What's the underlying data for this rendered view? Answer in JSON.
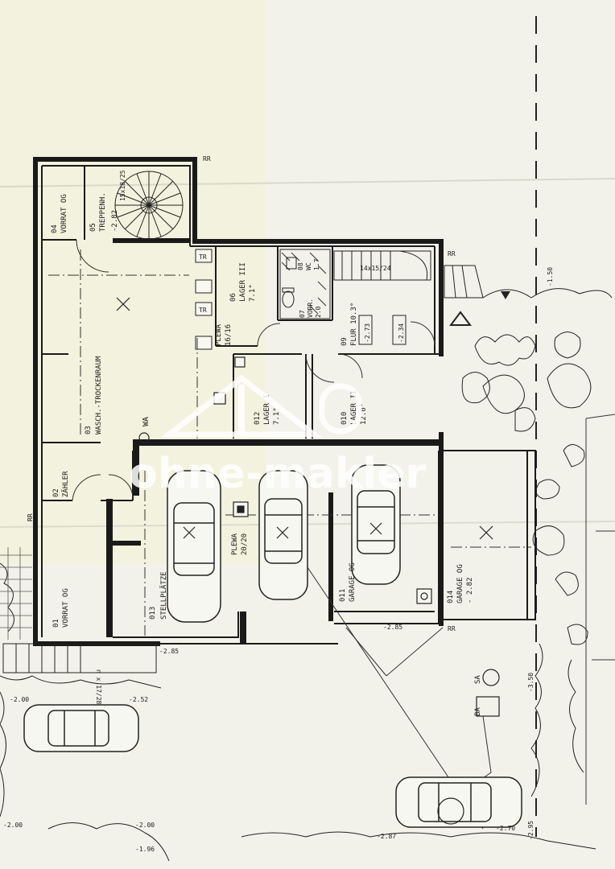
{
  "plan": {
    "rooms": [
      {
        "id": "vorrat-og-top",
        "num": "04",
        "name": "VORRAT OG",
        "area": ""
      },
      {
        "id": "treppenh",
        "num": "05",
        "name": "TREPPENH.",
        "area": "-2.82"
      },
      {
        "id": "wasch",
        "num": "03",
        "name": "WASCH.-TROCKENRAUM",
        "area": ""
      },
      {
        "id": "lager3",
        "num": "06",
        "name": "LAGER III",
        "area": "7.1°"
      },
      {
        "id": "vorr",
        "num": "07",
        "name": "VORR.",
        "area": "2.0"
      },
      {
        "id": "wc",
        "num": "08",
        "name": "WC",
        "area": "1.7"
      },
      {
        "id": "flur",
        "num": "09",
        "name": "FLUR 10.3°",
        "area": ""
      },
      {
        "id": "lager1",
        "num": "012",
        "name": "LAGER I",
        "area": "7.1°"
      },
      {
        "id": "lager2",
        "num": "010",
        "name": "LAGER II",
        "area": "12.0°"
      },
      {
        "id": "zaehler",
        "num": "02",
        "name": "ZÄHLER",
        "area": ""
      },
      {
        "id": "vorrat-og-bottom",
        "num": "01",
        "name": "VORRAT OG",
        "area": ""
      },
      {
        "id": "stellplaetze",
        "num": "013",
        "name": "STELLPLÄTZE",
        "area": ""
      },
      {
        "id": "garage-inner",
        "num": "011",
        "name": "GARAGE OG",
        "area": ""
      },
      {
        "id": "garage-outer",
        "num": "014",
        "name": "GARAGE OG",
        "area": "- 2.82"
      }
    ],
    "labels": {
      "plewa1": "PLEWA",
      "plewa1_val": "16/16",
      "plewa2": "PLEWA",
      "plewa2_val": "20/20",
      "wa": "WA",
      "tr": "TR",
      "rr": "RR",
      "stair1": "15x18/25",
      "stair2": "14x15/24",
      "stair3": "n x 17/28",
      "ba": "BA",
      "sa": "SA",
      "lvl_273": "-2.73",
      "lvl_234": "-2.34",
      "lvl_150": "-1.50",
      "lvl_285a": "-2.85",
      "lvl_285b": "-2.85",
      "lvl_252": "-2.52",
      "lvl_200a": "-2.00",
      "lvl_200b": "-2.00",
      "lvl_196": "-1.96",
      "lvl_287": "-2.87",
      "lvl_270": "-2.70",
      "lvl_295": "-2.95",
      "lvl_350": "-3.50"
    },
    "watermark": "ohne-makler"
  }
}
